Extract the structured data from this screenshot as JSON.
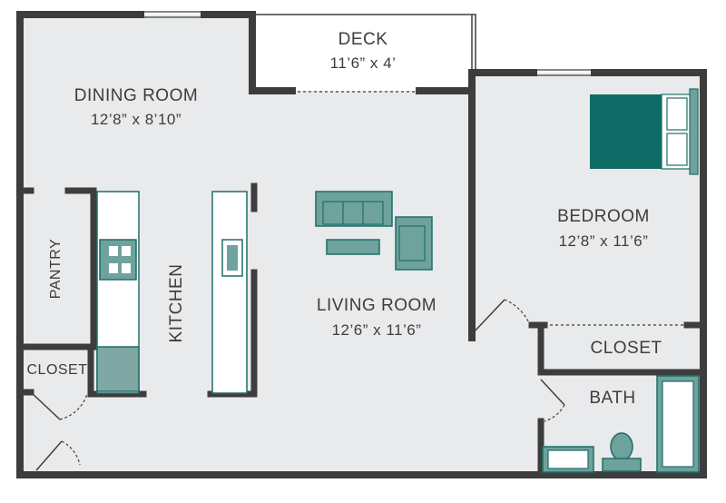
{
  "colors": {
    "floor": "#e9eaeb",
    "wall": "#3d3d3d",
    "fixture_stroke": "#1e6e68",
    "fixture_fill": "#6ea29d",
    "bed_fill": "#0f6b65",
    "appliance_fill": "#7fa8a4",
    "white": "#ffffff"
  },
  "rooms": {
    "deck": {
      "name": "DECK",
      "dims": "11’6” x 4’"
    },
    "dining": {
      "name": "DINING ROOM",
      "dims": "12’8” x 8’10”"
    },
    "bedroom": {
      "name": "BEDROOM",
      "dims": "12’8” x 11’6”"
    },
    "living": {
      "name": "LIVING ROOM",
      "dims": "12’6” x 11’6”"
    },
    "kitchen": {
      "name": "KITCHEN"
    },
    "pantry": {
      "name": "PANTRY"
    },
    "closet_left": {
      "name": "CLOSET"
    },
    "closet_right": {
      "name": "CLOSET"
    },
    "bath": {
      "name": "BATH"
    }
  }
}
